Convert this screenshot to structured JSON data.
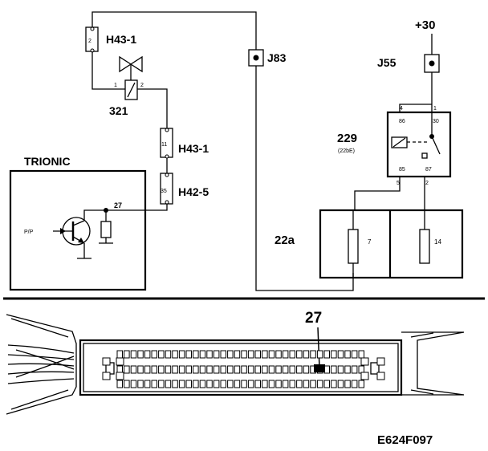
{
  "labels": {
    "trionic": "TRIONIC",
    "connector_h43_1_top": "H43-1",
    "connector_h43_1_bottom": "H43-1",
    "connector_h42_5": "H42-5",
    "valve_321": "321",
    "junction_j83": "J83",
    "junction_j55": "J55",
    "supply_plus30": "+30",
    "relay_229": "229",
    "relay_229_sub": "(22bE)",
    "fusebox_22a": "22a",
    "pin_27_callout": "27",
    "figure_code": "E624F097"
  },
  "pins": {
    "h43_1_top": "2",
    "h43_1_bottom": "11",
    "h42_5": "35",
    "valve_left": "1",
    "valve_right": "2",
    "ecu_pin": "27",
    "input_arrow": "P/P"
  },
  "relay_terminals": {
    "t4": "4",
    "t1": "1",
    "t86": "86",
    "t30": "30",
    "t85": "85",
    "t87": "87",
    "t5": "5",
    "t2": "2"
  },
  "fuses": {
    "fuse_7": "7",
    "fuse_14": "14"
  }
}
